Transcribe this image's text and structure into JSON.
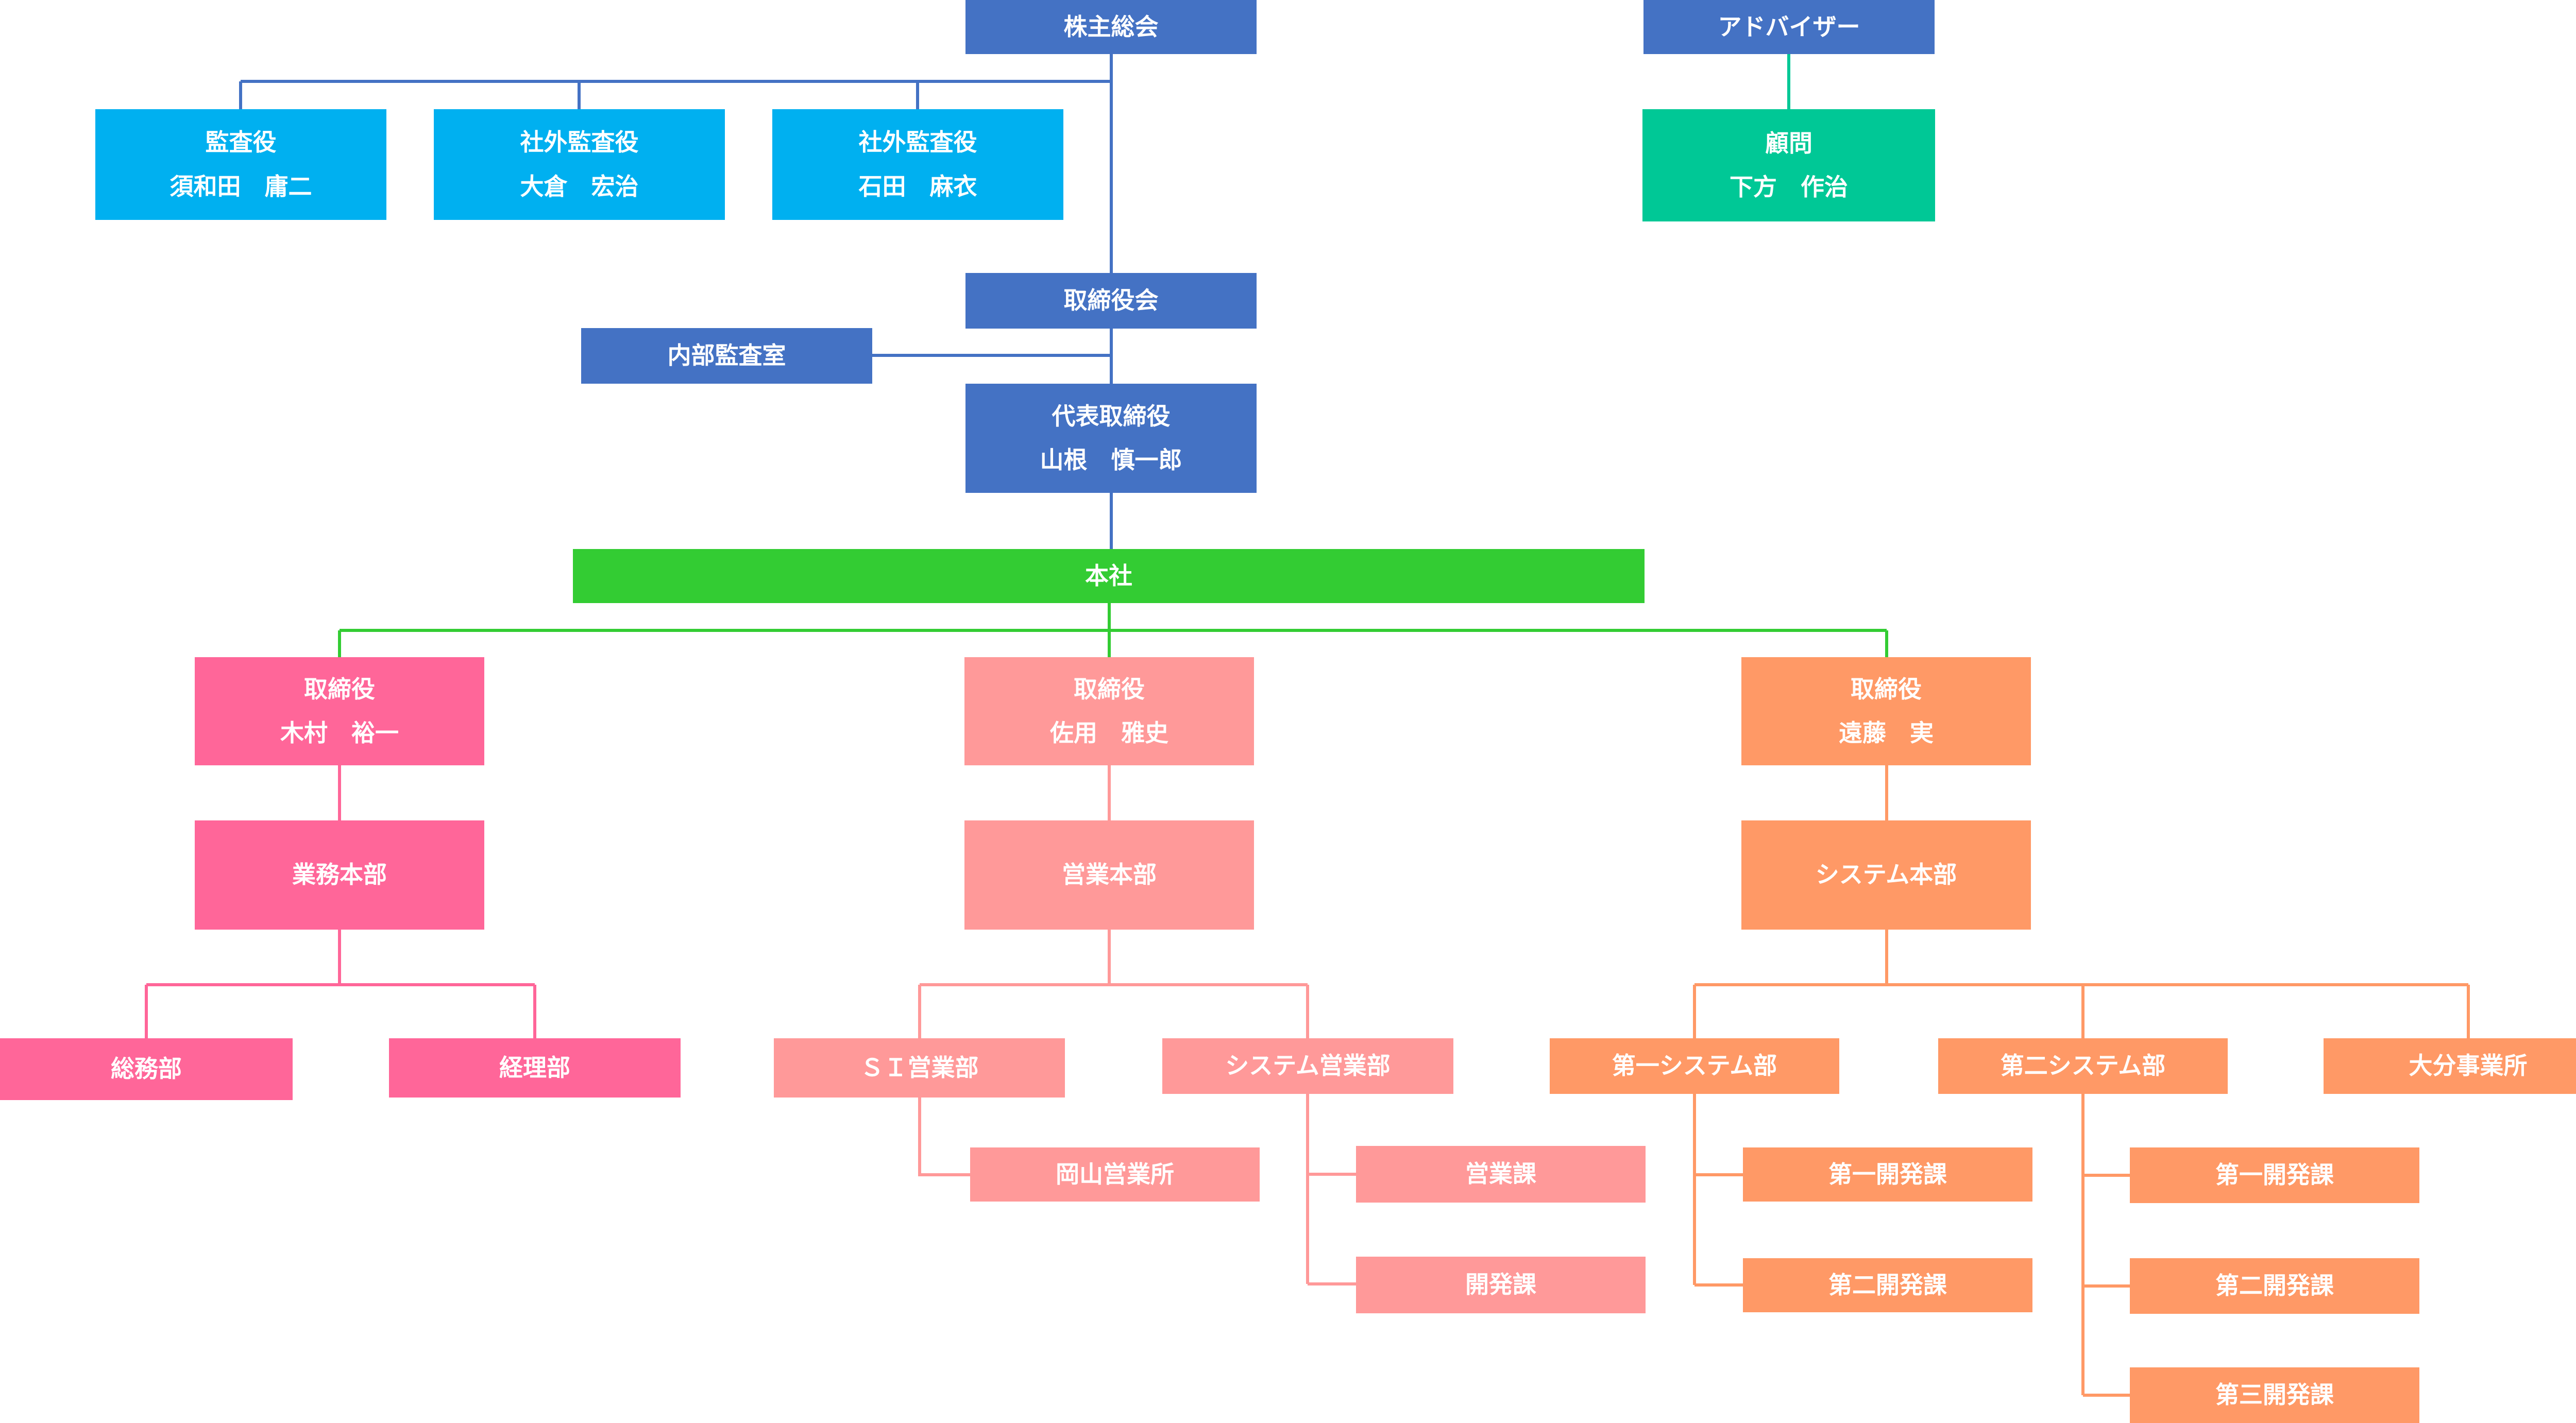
{
  "colors": {
    "board_blue": "#4472c4",
    "auditor_cyan": "#00b0f0",
    "advisor_green": "#00c896",
    "hq_green": "#33cc33",
    "gyomu_pink": "#ff6699",
    "eigyo_salmon": "#ff9999",
    "system_orange": "#ff9966",
    "line_blue": "#4472c4",
    "line_green": "#33cc33",
    "line_teal": "#00c896"
  },
  "nodes": {
    "shareholders": {
      "title": "株主総会"
    },
    "advisor": {
      "title": "アドバイザー"
    },
    "auditor1": {
      "title": "監査役",
      "name": "須和田　庸二"
    },
    "auditor2": {
      "title": "社外監査役",
      "name": "大倉　宏治"
    },
    "auditor3": {
      "title": "社外監査役",
      "name": "石田　麻衣"
    },
    "counselor": {
      "title": "顧問",
      "name": "下方　作治"
    },
    "board": {
      "title": "取締役会"
    },
    "internal_audit": {
      "title": "内部監査室"
    },
    "ceo": {
      "title": "代表取締役",
      "name": "山根　慎一郎"
    },
    "hq": {
      "title": "本社"
    },
    "dir_kimura": {
      "title": "取締役",
      "name": "木村　裕一"
    },
    "dir_sayo": {
      "title": "取締役",
      "name": "佐用　雅史"
    },
    "dir_endo": {
      "title": "取締役",
      "name": "遠藤　実"
    },
    "gyomu_hq": {
      "title": "業務本部"
    },
    "eigyo_hq": {
      "title": "営業本部"
    },
    "system_hq": {
      "title": "システム本部"
    },
    "somu": {
      "title": "総務部"
    },
    "keiri": {
      "title": "経理部"
    },
    "si_sales": {
      "title": "ＳＩ営業部"
    },
    "system_sales": {
      "title": "システム営業部"
    },
    "okayama": {
      "title": "岡山営業所"
    },
    "sales_section": {
      "title": "営業課"
    },
    "dev_section": {
      "title": "開発課"
    },
    "sys1": {
      "title": "第一システム部"
    },
    "sys2": {
      "title": "第二システム部"
    },
    "oita": {
      "title": "大分事業所"
    },
    "sys1_dev1": {
      "title": "第一開発課"
    },
    "sys1_dev2": {
      "title": "第二開発課"
    },
    "sys2_dev1": {
      "title": "第一開発課"
    },
    "sys2_dev2": {
      "title": "第二開発課"
    },
    "sys2_dev3": {
      "title": "第三開発課"
    }
  }
}
